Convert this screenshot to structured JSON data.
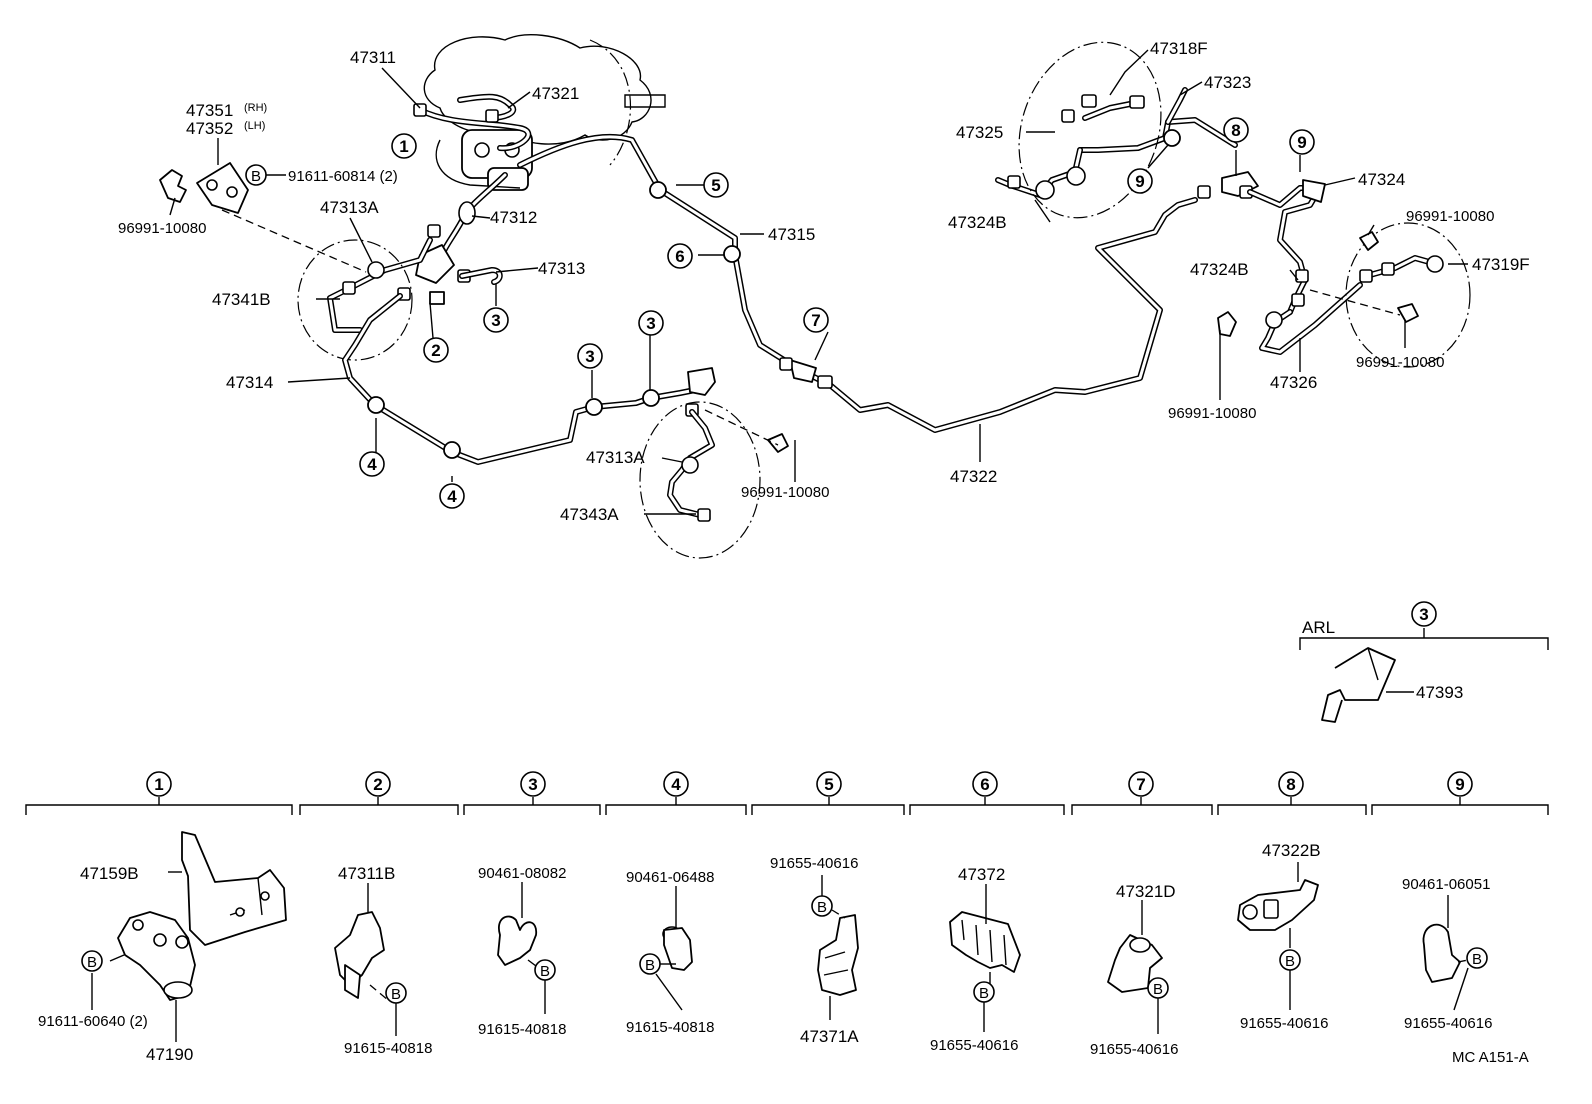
{
  "labels": {
    "p47311": "47311",
    "p47321": "47321",
    "p47351": "47351",
    "rh": "(RH)",
    "p47352": "47352",
    "lh": "(LH)",
    "p91611_60814": "91611-60814 (2)",
    "p96991_a": "96991-10080",
    "p47313A_a": "47313A",
    "p47312": "47312",
    "p47313": "47313",
    "p47341B": "47341B",
    "p47314": "47314",
    "p47315": "47315",
    "p47313A_b": "47313A",
    "p47343A": "47343A",
    "p96991_b": "96991-10080",
    "p47322": "47322",
    "p47318F": "47318F",
    "p47323": "47323",
    "p47325": "47325",
    "p47324B_a": "47324B",
    "p47324": "47324",
    "p96991_c": "96991-10080",
    "p47324B_b": "47324B",
    "p47319F": "47319F",
    "p96991_d": "96991-10080",
    "p47326": "47326",
    "p96991_e": "96991-10080",
    "arl": "ARL",
    "p47393": "47393",
    "p47159B": "47159B",
    "p91611_60640": "91611-60640 (2)",
    "p47190": "47190",
    "p47311B": "47311B",
    "p91615_40818_a": "91615-40818",
    "p90461_08082": "90461-08082",
    "p91615_40818_b": "91615-40818",
    "p90461_06488": "90461-06488",
    "p91615_40818_c": "91615-40818",
    "p91655_40616_a": "91655-40616",
    "p47371A": "47371A",
    "p47372": "47372",
    "p91655_40616_b": "91655-40616",
    "p47321D": "47321D",
    "p91655_40616_c": "91655-40616",
    "p47322B": "47322B",
    "p91655_40616_d": "91655-40616",
    "p90461_06051": "90461-06051",
    "p91655_40616_e": "91655-40616",
    "footer": "MC  A151-A"
  },
  "callouts": {
    "c1": "1",
    "c2": "2",
    "c3": "3",
    "c4": "4",
    "c5": "5",
    "c6": "6",
    "c7": "7",
    "c8": "8",
    "c9": "9"
  },
  "bolt_marker": "B"
}
